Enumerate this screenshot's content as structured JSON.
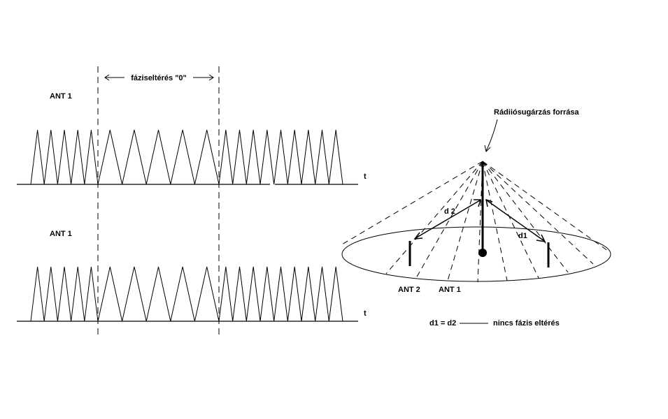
{
  "left_panel": {
    "phase_label": "fáziseltérés \"0\"",
    "top_signal_label": "ANT 1",
    "bottom_signal_label": "ANT 1",
    "top_axis_label": "t",
    "bottom_axis_label": "t"
  },
  "right_panel": {
    "source_label": "Rádiiósugárzás forrása",
    "d1_label": "d1",
    "d2_label": "d 2",
    "ant2_label": "ANT 2",
    "ant1_label": "ANT 1",
    "equation_label": "d1 = d2",
    "no_phase_label": "nincs fázis eltérés"
  },
  "colors": {
    "ink": "#000000",
    "background": "#ffffff"
  }
}
